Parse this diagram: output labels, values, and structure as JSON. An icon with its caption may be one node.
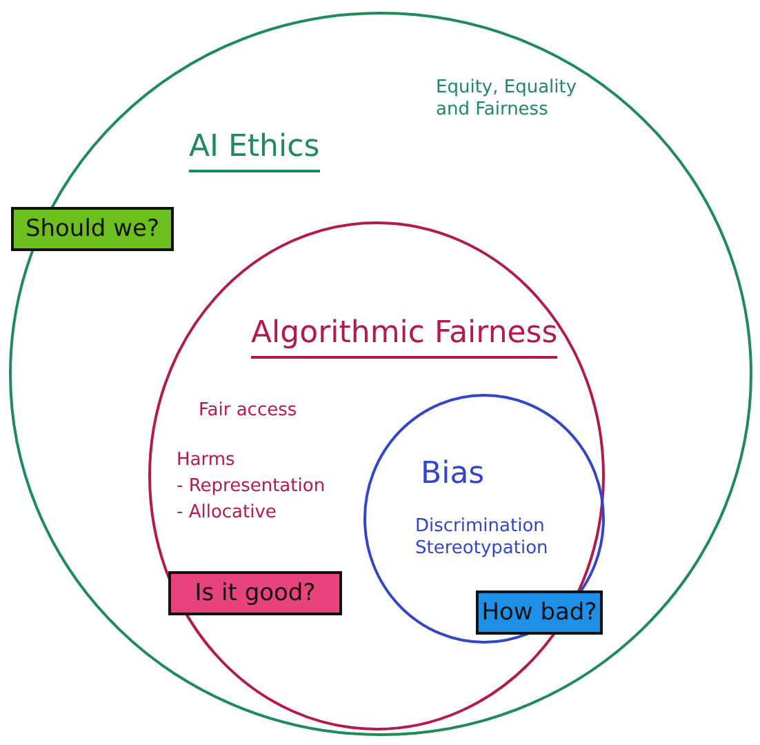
{
  "diagram": {
    "nodes": [
      {
        "text": [
          "AI Ethics",
          "Equity, Equality and Fairness"
        ]
      },
      {
        "text": [
          "Should we?"
        ],
        "in": 0
      },
      {
        "text": [
          "Algorithmic Fairness",
          "Fair access",
          "Harms",
          "- Representation",
          "- Allocative"
        ],
        "in": 0
      },
      {
        "text": [
          "Is it good?"
        ],
        "in": 2
      },
      {
        "text": [
          "Bias",
          "Discrimination Stereotypation"
        ],
        "in": 2
      },
      {
        "text": [
          "How bad?"
        ],
        "in": 4
      }
    ]
  }
}
